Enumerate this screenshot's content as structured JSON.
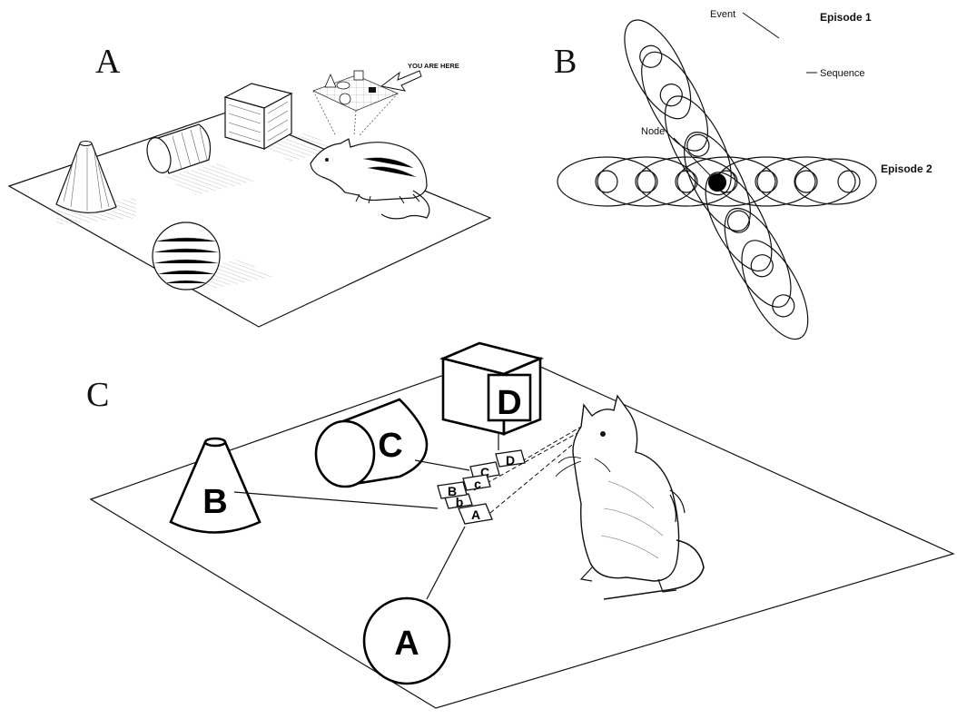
{
  "panels": {
    "a": {
      "letter": "A",
      "callout": "YOU ARE HERE"
    },
    "b": {
      "letter": "B",
      "episode1": "Episode 1",
      "episode2": "Episode 2",
      "event": "Event",
      "sequence": "Sequence",
      "node": "Node"
    },
    "c": {
      "letter": "C",
      "objects": {
        "cone": "B",
        "cylinder": "C",
        "cube": "D",
        "sphere": "A"
      },
      "tiles": [
        "A",
        "b",
        "B",
        "C",
        "c",
        "D"
      ]
    }
  },
  "colors": {
    "ink": "#111111",
    "paper": "#ffffff"
  }
}
